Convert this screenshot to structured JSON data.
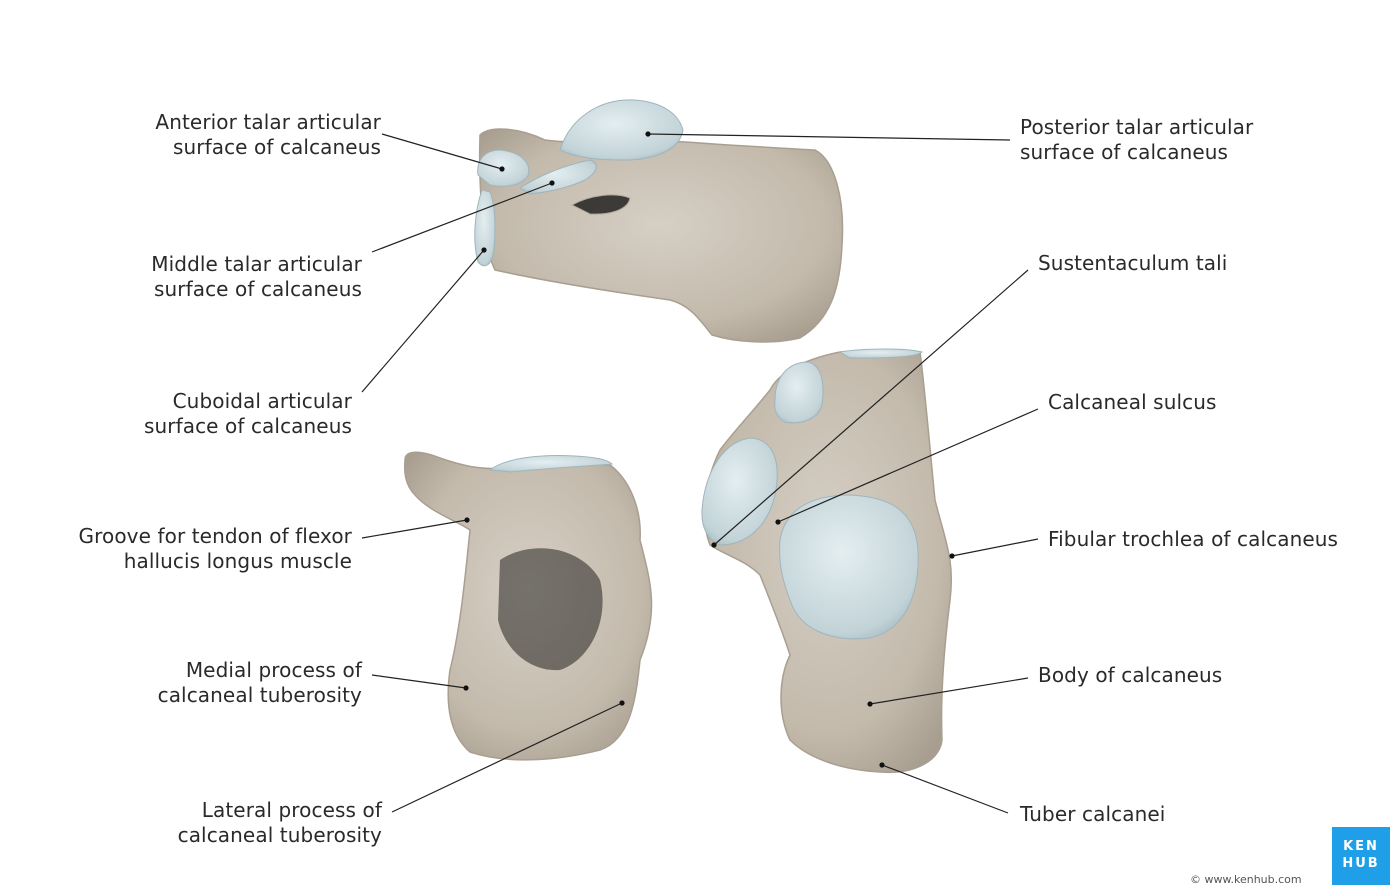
{
  "labels": {
    "anterior_talar": [
      "Anterior talar articular",
      "surface of calcaneus"
    ],
    "posterior_talar": [
      "Posterior talar articular",
      "surface of calcaneus"
    ],
    "middle_talar": [
      "Middle talar articular",
      "surface of calcaneus"
    ],
    "sustentaculum": [
      "Sustentaculum tali"
    ],
    "cuboidal": [
      "Cuboidal articular",
      "surface of calcaneus"
    ],
    "calcaneal_sulcus": [
      "Calcaneal sulcus"
    ],
    "groove_fhl": [
      "Groove for tendon of flexor",
      "hallucis longus muscle"
    ],
    "fibular_trochlea": [
      "Fibular trochlea of calcaneus"
    ],
    "medial_process": [
      "Medial process of",
      "calcaneal tuberosity"
    ],
    "body": [
      "Body of calcaneus"
    ],
    "lateral_process": [
      "Lateral process of",
      "calcaneal tuberosity"
    ],
    "tuber": [
      "Tuber calcanei"
    ]
  },
  "logo": {
    "line1": "KEN",
    "line2": "HUB"
  },
  "copyright": "© www.kenhub.com",
  "colors": {
    "bone": "#c7bfb2",
    "bone_shade": "#a89f91",
    "cartilage": "#c9d8dc",
    "leader": "#222222",
    "logo_bg": "#1f9fe8"
  }
}
